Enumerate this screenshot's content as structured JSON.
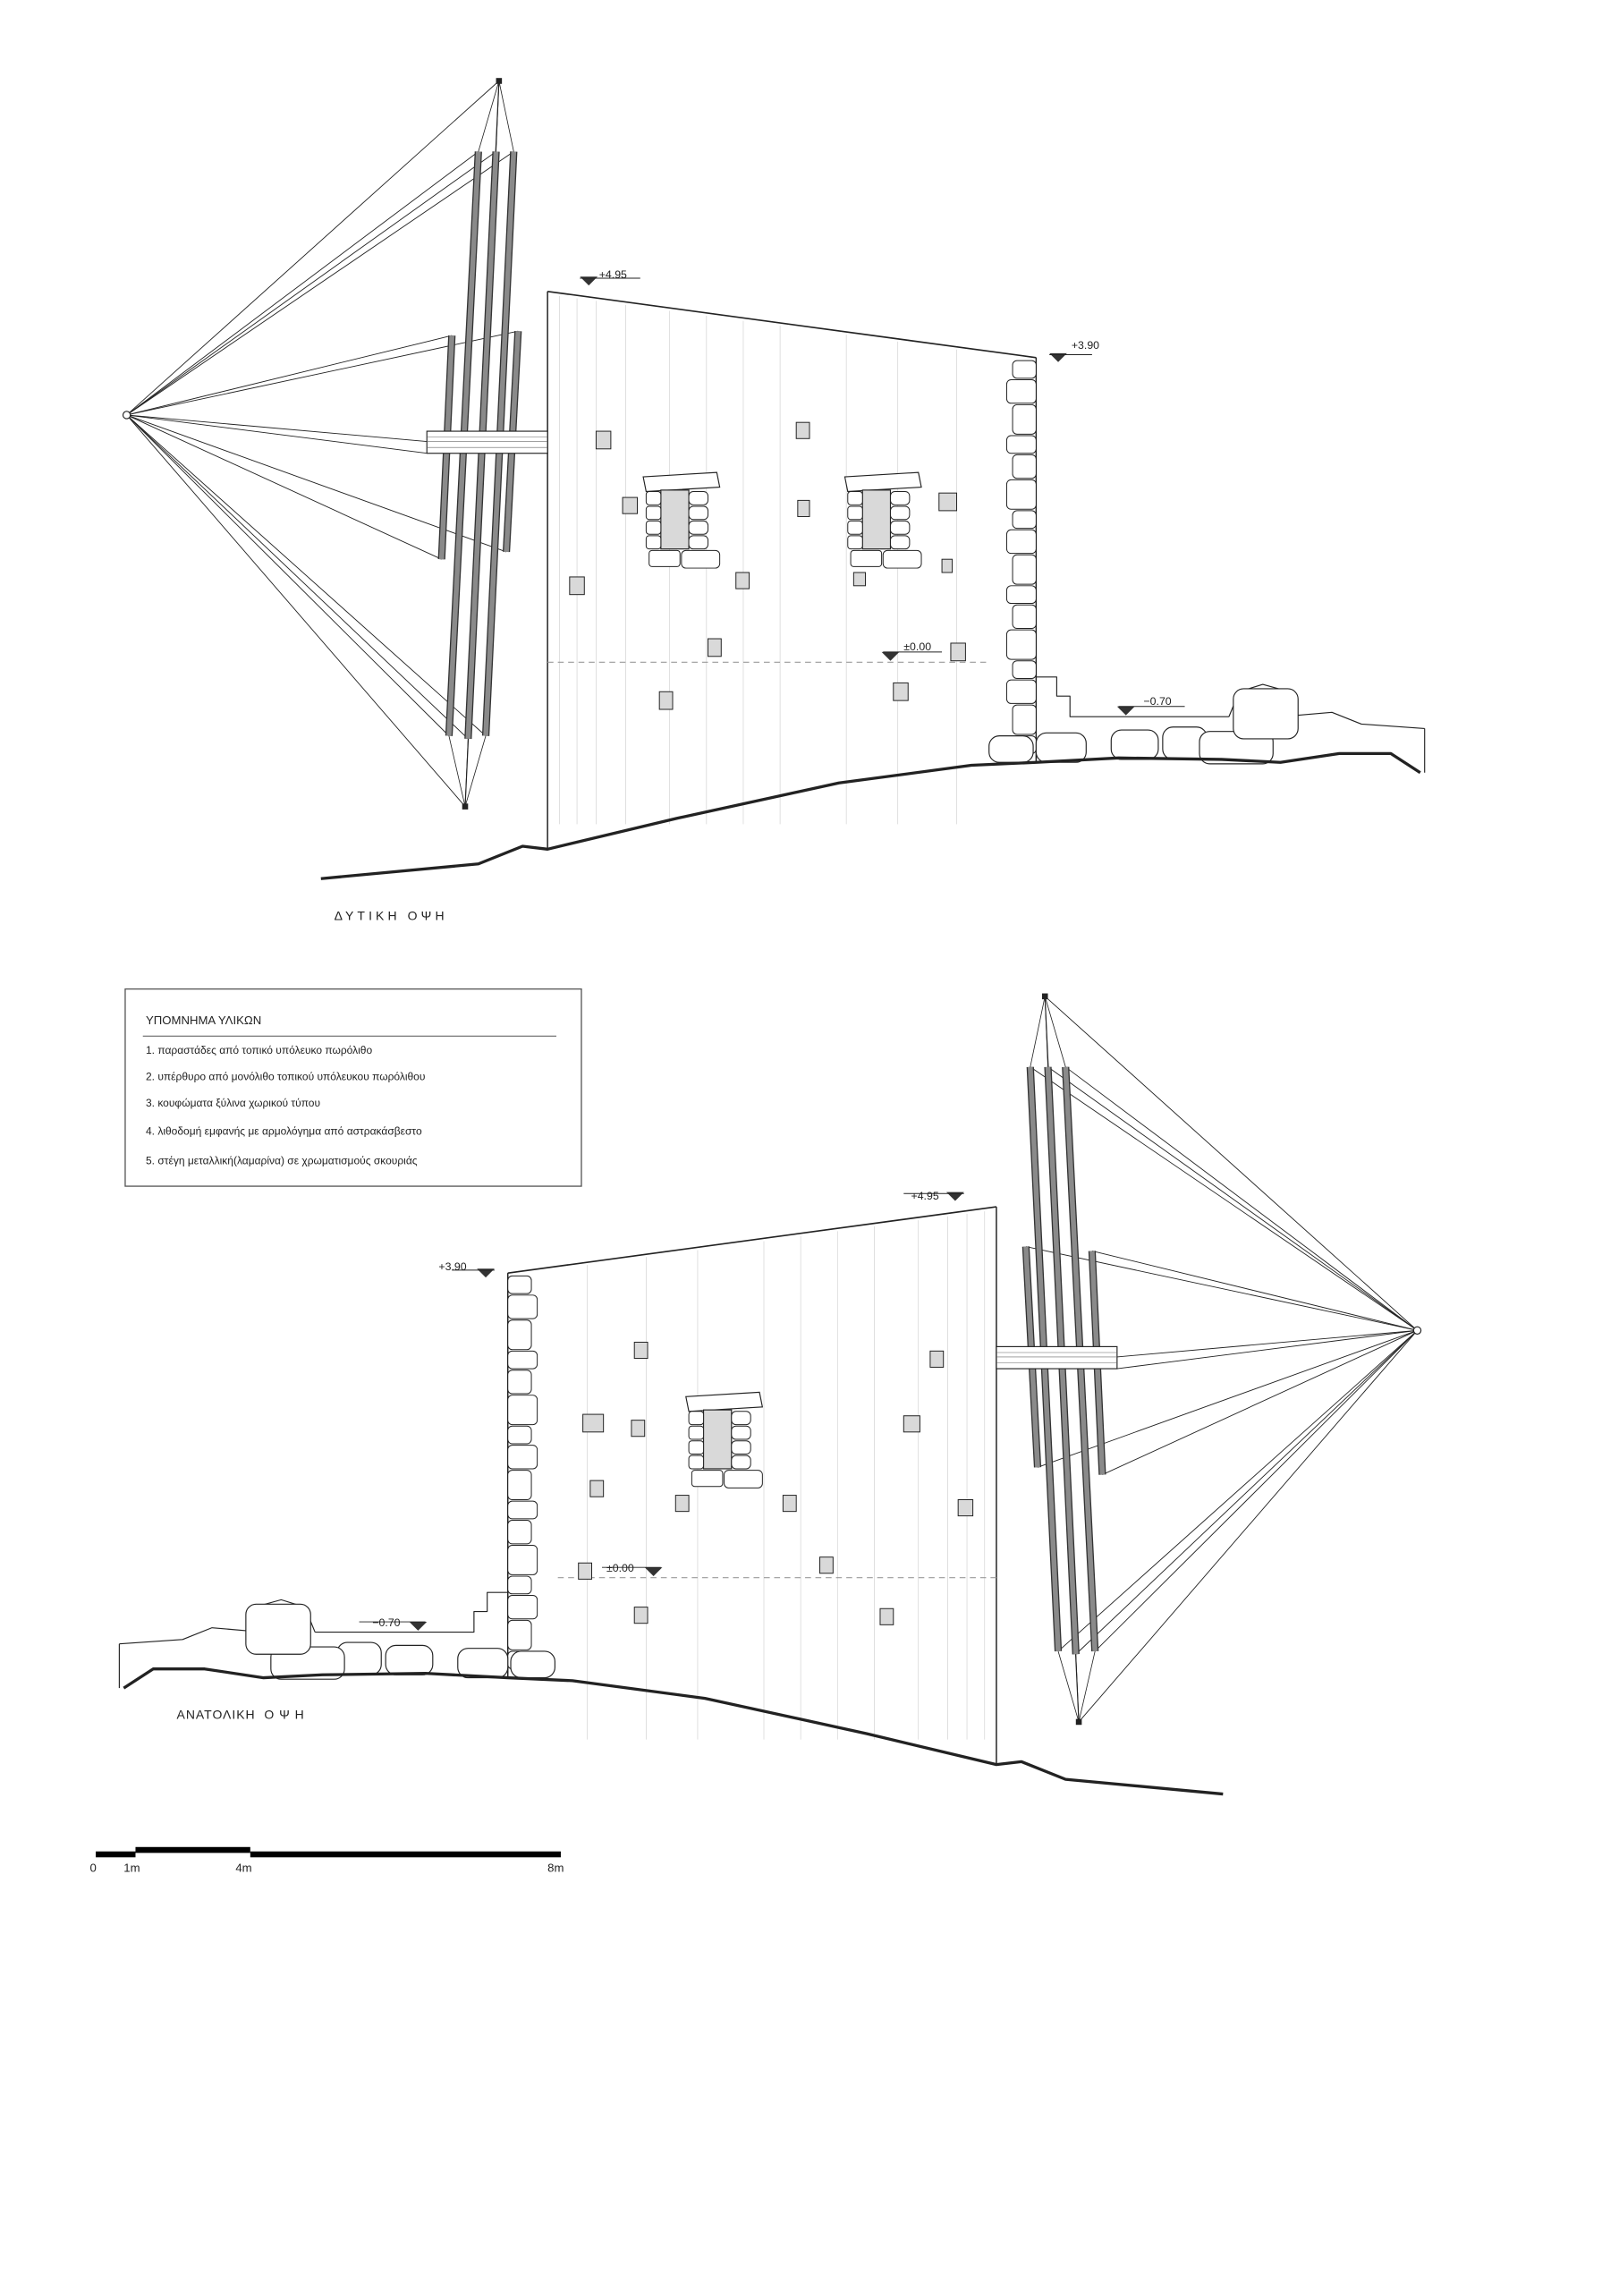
{
  "west_elevation": {
    "title": "ΔΥΤΙΚΗ ΟΨΗ",
    "levels": {
      "top": "+4.95",
      "eave": "+3.90",
      "floor": "±0.00",
      "ground": "−0.70"
    }
  },
  "east_elevation": {
    "title": "ΑΝΑΤΟΛΙΚΗ  Ο Ψ Η",
    "levels": {
      "top": "+4.95",
      "eave": "+3.90",
      "floor": "±0.00",
      "ground": "−0.70"
    }
  },
  "legend": {
    "title": "ΥΠΟΜΝΗΜΑ ΥΛΙΚΩΝ",
    "items": [
      "1. παραστάδες από τοπικό υπόλευκο πωρόλιθο",
      "2. υπέρθυρο από μονόλιθο τοπικού υπόλευκου πωρόλιθου",
      "3. κουφώματα ξύλινα χωρικού τύπου",
      "4. λιθοδομή εμφανής με αρμολόγημα από αστρακάσβεστο",
      "5. στέγη μεταλλική(λαμαρίνα) σε χρωματισμούς σκουριάς"
    ]
  },
  "scale_bar": {
    "labels": [
      "0",
      "1m",
      "4m",
      "8m"
    ]
  },
  "colors": {
    "stone_fill": "#d9d9d9",
    "sail_fill": "#8a8a8a",
    "line": "#222222"
  }
}
